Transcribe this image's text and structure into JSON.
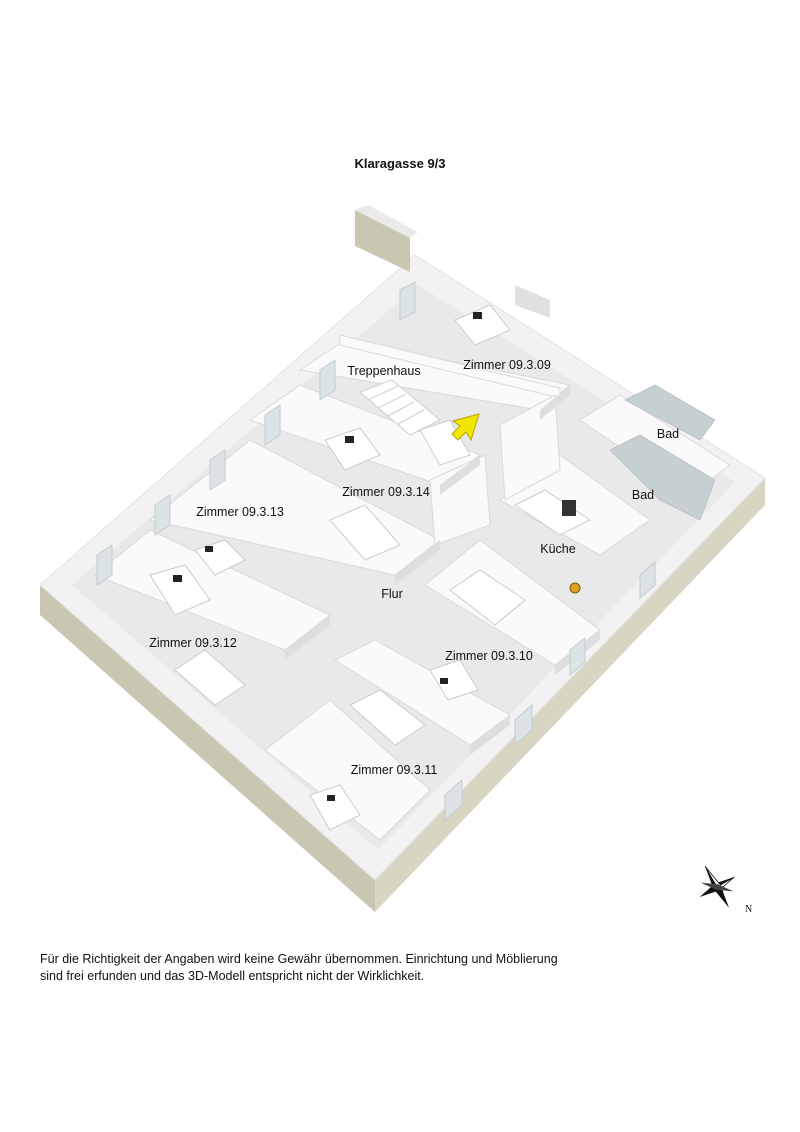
{
  "title": "Klaragasse 9/3",
  "rooms": [
    {
      "name": "Zimmer 09.3.09"
    },
    {
      "name": "Treppenhaus"
    },
    {
      "name": "Bad"
    },
    {
      "name": "Bad"
    },
    {
      "name": "Zimmer 09.3.14"
    },
    {
      "name": "Zimmer 09.3.13"
    },
    {
      "name": "Küche"
    },
    {
      "name": "Flur"
    },
    {
      "name": "Zimmer 09.3.12"
    },
    {
      "name": "Zimmer 09.3.10"
    },
    {
      "name": "Zimmer 09.3.11"
    }
  ],
  "disclaimer": {
    "line1": "Für die Richtigkeit der Angaben wird keine Gewähr übernommen. Einrichtung und Möblierung",
    "line2": "sind frei erfunden und das 3D-Modell entspricht nicht der Wirklichkeit."
  },
  "compass": {
    "north_label": "N"
  },
  "colors": {
    "floor": "#ececec",
    "wall": "#f7f7f7",
    "wall_side": "#dcdcdc",
    "base": "#c9c7b2",
    "entrance_arrow": "#f2e600",
    "tile": "#b8c4c8"
  }
}
